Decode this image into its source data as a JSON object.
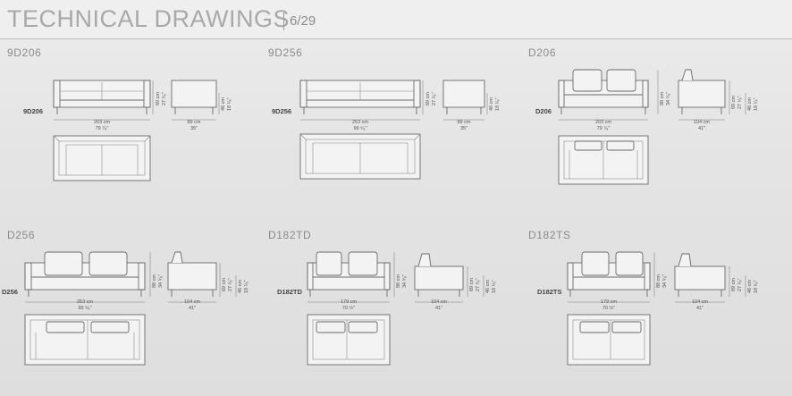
{
  "header": {
    "title": "TECHNICAL DRAWINGS",
    "page": "6/29"
  },
  "panels": [
    {
      "name": "9D206",
      "code": "9D206",
      "width_cm": "203 cm",
      "width_in": "79 ⁷⁄₈\"",
      "height_cm": "69 cm",
      "height_in": "27 ¹⁄₈\"",
      "depth_cm": "89 cm",
      "depth_in": "35\"",
      "seat_cm": "46 cm",
      "seat_in": "18 ¹⁄₈\""
    },
    {
      "name": "9D256",
      "code": "9D256",
      "width_cm": "253 cm",
      "width_in": "99 ⁵⁄₈\"",
      "height_cm": "69 cm",
      "height_in": "27 ¹⁄₈\"",
      "depth_cm": "89 cm",
      "depth_in": "35\"",
      "seat_cm": "46 cm",
      "seat_in": "18 ¹⁄₈\""
    },
    {
      "name": "D206",
      "code": "D206",
      "width_cm": "203 cm",
      "width_in": "79 ⁷⁄₈\"",
      "height_cm": "88 cm",
      "height_in": "34 ⁵⁄₈\"",
      "depth_cm": "104 cm",
      "depth_in": "41\"",
      "seat_cm": "69 cm",
      "seat_in": "27 ¹⁄₈\"",
      "seat2_cm": "46 cm",
      "seat2_in": "18 ¹⁄₈\""
    },
    {
      "name": "D256",
      "code": "D256",
      "width_cm": "253 cm",
      "width_in": "99 ⁵⁄₈\"",
      "height_cm": "88 cm",
      "height_in": "34 ⁵⁄₈\"",
      "depth_cm": "104 cm",
      "depth_in": "41\"",
      "seat_cm": "69 cm",
      "seat_in": "27 ¹⁄₈\"",
      "seat2_cm": "46 cm",
      "seat2_in": "18 ¹⁄₈\""
    },
    {
      "name": "D182TD",
      "code": "D182TD",
      "width_cm": "179 cm",
      "width_in": "70 ½\"",
      "height_cm": "88 cm",
      "height_in": "34 ⁵⁄₈\"",
      "depth_cm": "104 cm",
      "depth_in": "41\"",
      "seat_cm": "69 cm",
      "seat_in": "27 ¹⁄₈\"",
      "seat2_cm": "46 cm",
      "seat2_in": "18 ¹⁄₈\""
    },
    {
      "name": "D182TS",
      "code": "D182TS",
      "width_cm": "179 cm",
      "width_in": "70 ½\"",
      "height_cm": "88 cm",
      "height_in": "34 ⁵⁄₈\"",
      "depth_cm": "104 cm",
      "depth_in": "41\"",
      "seat_cm": "69 cm",
      "seat_in": "27 ¹⁄₈\"",
      "seat2_cm": "46 cm",
      "seat2_in": "18 ¹⁄₈\""
    }
  ]
}
